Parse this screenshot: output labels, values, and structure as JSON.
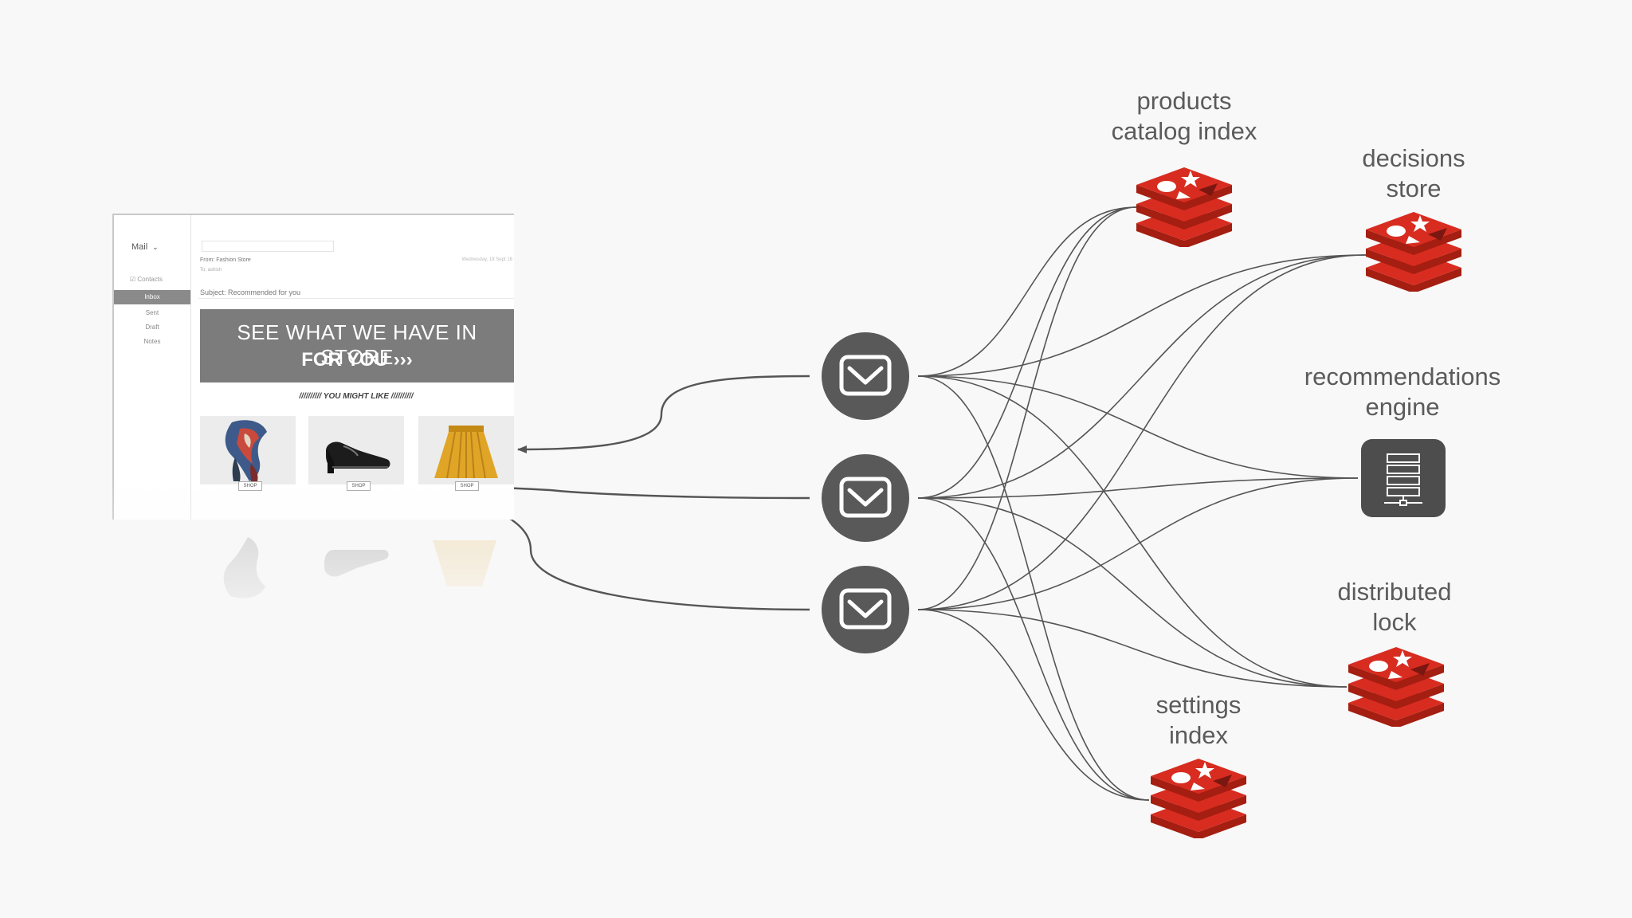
{
  "email": {
    "mail_label": "Mail",
    "contacts_label": "Contacts",
    "folders": [
      "Inbox",
      "Sent",
      "Draft",
      "Notes"
    ],
    "from": "From: Fashion Store",
    "to": "To: ashish",
    "date": "Wednesday, 18 Sept 16",
    "subject": "Subject: Recommended for you",
    "banner_line1": "SEE WHAT WE HAVE IN STORE",
    "banner_line2": "FOR YOU ›››",
    "might_like": "////////// YOU MIGHT LIKE //////////",
    "shop_label": "SHOP"
  },
  "nodes": {
    "products_catalog": {
      "label_line1": "products",
      "label_line2": "catalog index",
      "icon": "redis-icon"
    },
    "decisions_store": {
      "label_line1": "decisions",
      "label_line2": "store",
      "icon": "redis-icon"
    },
    "recommendations_engine": {
      "label_line1": "recommendations",
      "label_line2": "engine",
      "icon": "server-icon"
    },
    "distributed_lock": {
      "label_line1": "distributed",
      "label_line2": "lock",
      "icon": "redis-icon"
    },
    "settings_index": {
      "label_line1": "settings",
      "label_line2": "index",
      "icon": "redis-icon"
    }
  },
  "workers": [
    {
      "icon": "chevron-down-icon"
    },
    {
      "icon": "chevron-down-icon"
    },
    {
      "icon": "chevron-down-icon"
    }
  ],
  "colors": {
    "background": "#f8f8f8",
    "redis_red": "#d82c20",
    "redis_dark": "#a41e11",
    "worker_fill": "#595959",
    "server_fill": "#4d4d4d",
    "line": "#555555",
    "label": "#5b5b5b"
  }
}
